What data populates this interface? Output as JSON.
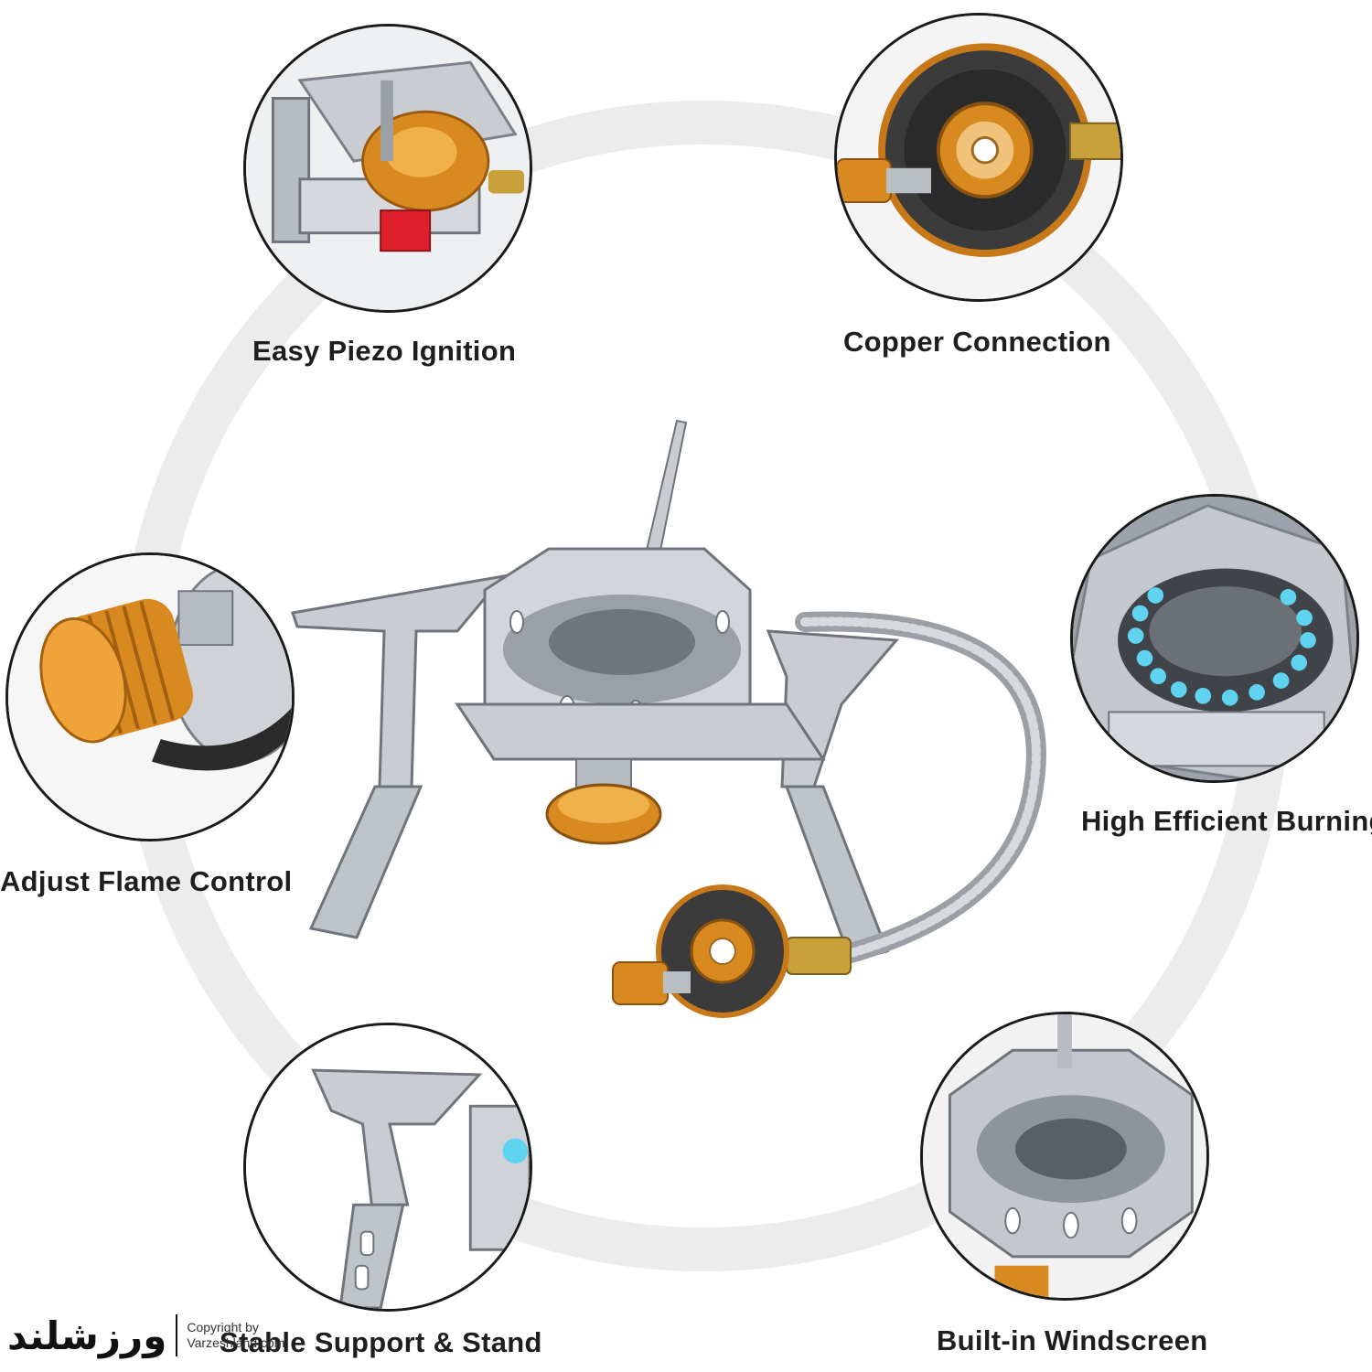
{
  "features": [
    {
      "key": "piezo",
      "label": "Easy Piezo Ignition",
      "icon": "piezo-ignition-image"
    },
    {
      "key": "copper",
      "label": "Copper Connection",
      "icon": "copper-connector-image"
    },
    {
      "key": "flame",
      "label": "Adjust Flame Control",
      "icon": "flame-knob-image"
    },
    {
      "key": "burning",
      "label": "High Efficient Burning",
      "icon": "blue-flame-burner-image"
    },
    {
      "key": "stand",
      "label": "Stable Support & Stand",
      "icon": "folding-leg-image"
    },
    {
      "key": "windscreen",
      "label": "Built-in Windscreen",
      "icon": "windscreen-burner-image"
    }
  ],
  "watermark": {
    "logo": "ورزشلند",
    "line1": "Copyright by",
    "line2": "Varzeshland.com"
  },
  "colors": {
    "ring": "#ececec",
    "steel": "#c9cdd2",
    "steel_dark": "#8d939a",
    "copper": "#d8891f",
    "brass": "#c9a13a",
    "flame_blue": "#5fd3f0",
    "ignition_red": "#e0202a"
  }
}
